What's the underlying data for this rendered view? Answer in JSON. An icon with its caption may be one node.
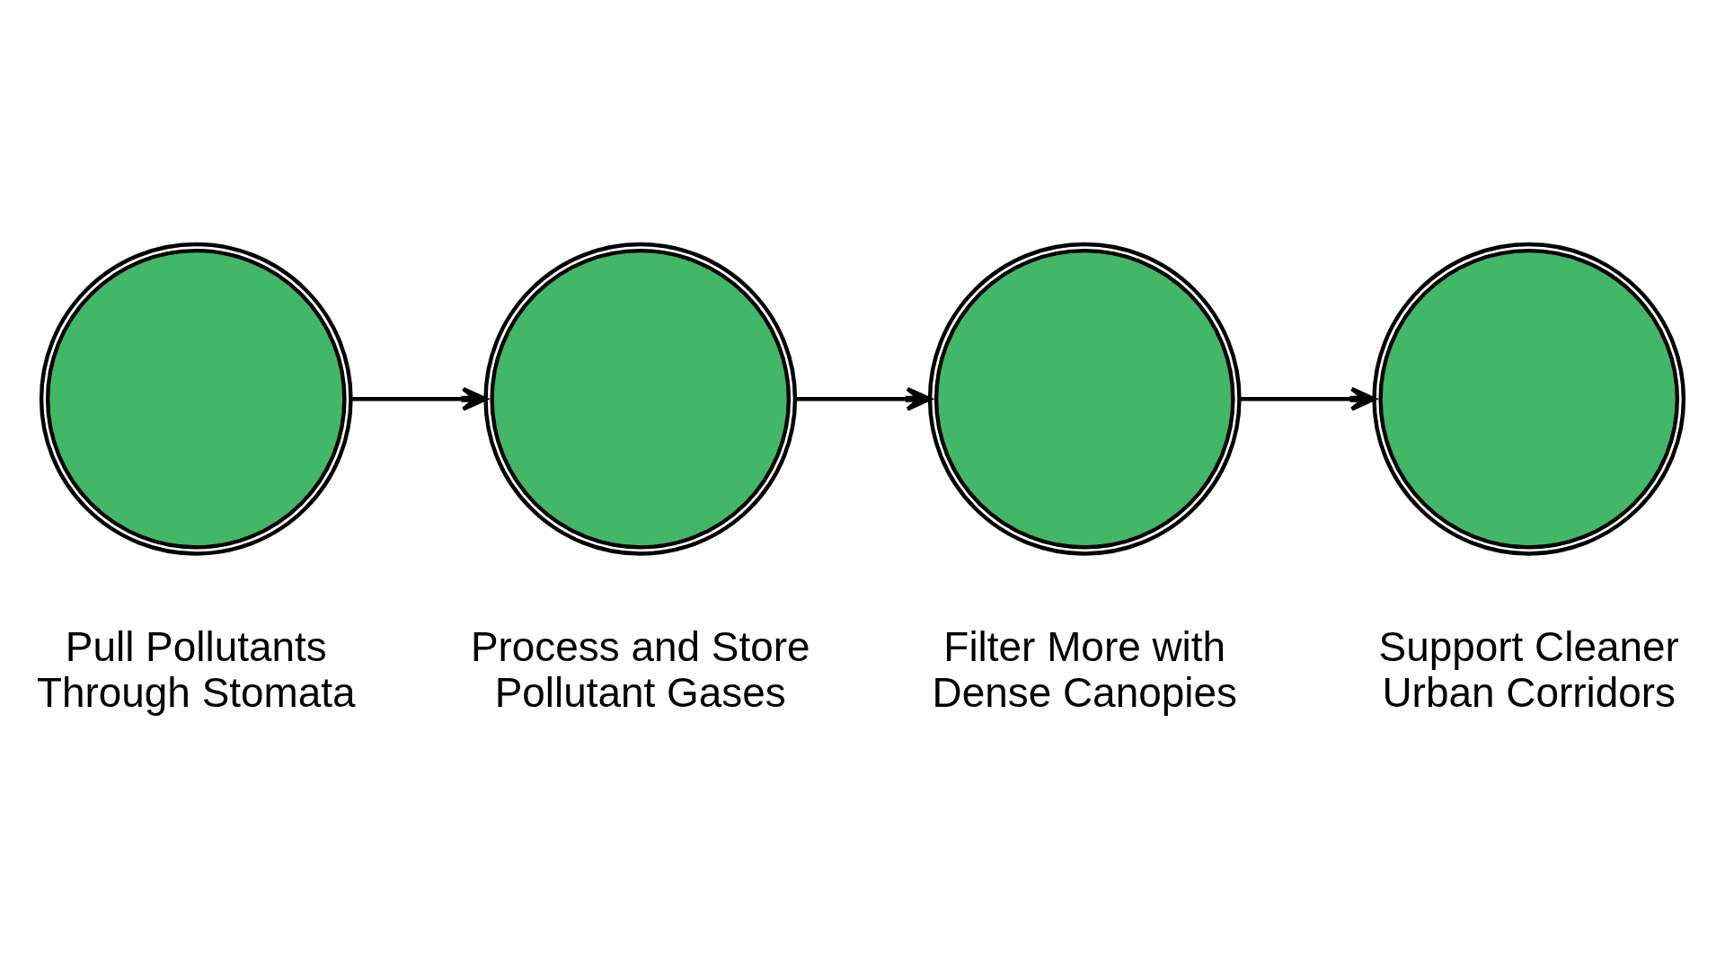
{
  "diagram": {
    "nodes": [
      {
        "text": [],
        "shape": "circle",
        "beside": [
          "Pull Pollutants Through Stomata"
        ]
      },
      {
        "text": [],
        "shape": "circle",
        "beside": [
          "Process and Store Pollutant Gases"
        ]
      },
      {
        "text": [],
        "shape": "circle",
        "beside": [
          "Filter More with Dense Canopies"
        ]
      },
      {
        "text": [],
        "shape": "circle",
        "beside": [
          "Support Cleaner Urban Corridors"
        ]
      }
    ],
    "edges": [
      {
        "from": 0,
        "to": 1,
        "arrow": "to"
      },
      {
        "from": 1,
        "to": 2,
        "arrow": "to"
      },
      {
        "from": 2,
        "to": 3,
        "arrow": "to"
      }
    ]
  }
}
